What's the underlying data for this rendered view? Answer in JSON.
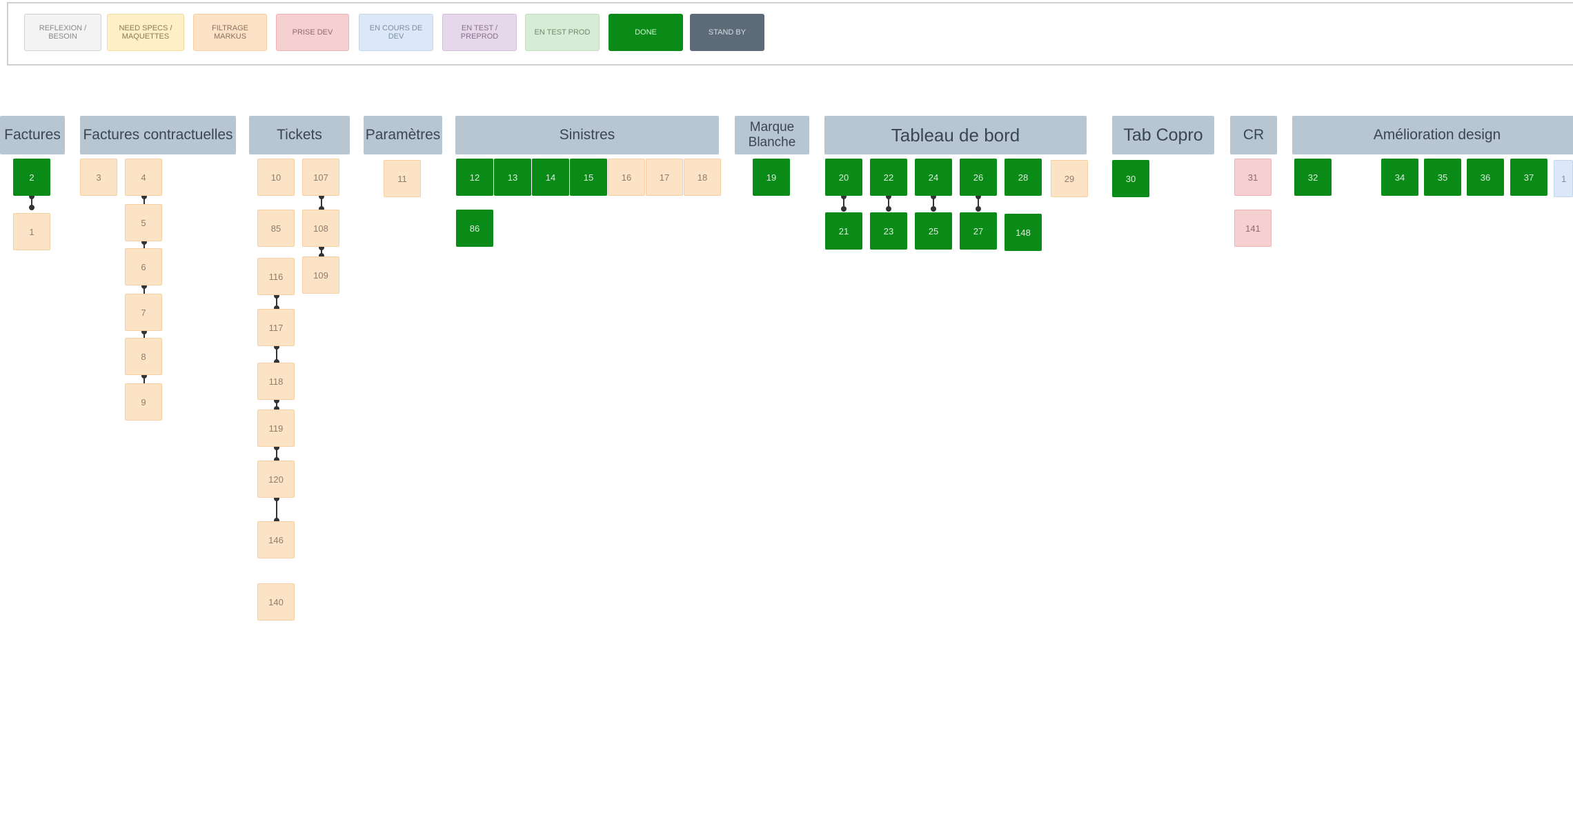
{
  "legend": [
    {
      "label": "REFLEXION / BESOIN",
      "bg": "#f3f3f3",
      "border": "#cfcfcf",
      "color": "#888888"
    },
    {
      "label": "NEED SPECS / MAQUETTES",
      "bg": "#fdf0c8",
      "border": "#f4dd98",
      "color": "#8a7b50"
    },
    {
      "label": "FILTRAGE MARKUS",
      "bg": "#fde3c6",
      "border": "#f6cfa4",
      "color": "#8a7060"
    },
    {
      "label": "PRISE DEV",
      "bg": "#f6cfd1",
      "border": "#eab3b6",
      "color": "#8f6b6d"
    },
    {
      "label": "EN COURS DE DEV",
      "bg": "#dce8f7",
      "border": "#c4d6ec",
      "color": "#7c8ea3"
    },
    {
      "label": "EN TEST / PREPROD",
      "bg": "#e6d8ea",
      "border": "#d3bddb",
      "color": "#84708b"
    },
    {
      "label": "EN TEST PROD",
      "bg": "#d8ebd6",
      "border": "#bfdcbc",
      "color": "#6e8a6b"
    },
    {
      "label": "DONE",
      "bg": "#0a8a17",
      "border": "#0a8a17",
      "color": "#d9f0d9"
    },
    {
      "label": "STAND BY",
      "bg": "#5d6b78",
      "border": "#5d6b78",
      "color": "#d6dde3"
    }
  ],
  "columns": [
    {
      "label": "Factures"
    },
    {
      "label": "Factures contractuelles"
    },
    {
      "label": "Tickets"
    },
    {
      "label": "Paramètres"
    },
    {
      "label": "Sinistres"
    },
    {
      "label": "Marque Blanche"
    },
    {
      "label": "Tableau de bord"
    },
    {
      "label": "Tab Copro"
    },
    {
      "label": "CR"
    },
    {
      "label": "Amélioration design"
    }
  ],
  "tickets": [
    {
      "label": "2",
      "status": "done"
    },
    {
      "label": "1",
      "status": "filtrage"
    },
    {
      "label": "3",
      "status": "filtrage"
    },
    {
      "label": "4",
      "status": "filtrage"
    },
    {
      "label": "5",
      "status": "filtrage"
    },
    {
      "label": "6",
      "status": "filtrage"
    },
    {
      "label": "7",
      "status": "filtrage"
    },
    {
      "label": "8",
      "status": "filtrage"
    },
    {
      "label": "9",
      "status": "filtrage"
    },
    {
      "label": "10",
      "status": "filtrage"
    },
    {
      "label": "107",
      "status": "filtrage"
    },
    {
      "label": "85",
      "status": "filtrage"
    },
    {
      "label": "108",
      "status": "filtrage"
    },
    {
      "label": "109",
      "status": "filtrage"
    },
    {
      "label": "116",
      "status": "filtrage"
    },
    {
      "label": "117",
      "status": "filtrage"
    },
    {
      "label": "118",
      "status": "filtrage"
    },
    {
      "label": "119",
      "status": "filtrage"
    },
    {
      "label": "120",
      "status": "filtrage"
    },
    {
      "label": "146",
      "status": "filtrage"
    },
    {
      "label": "140",
      "status": "filtrage"
    },
    {
      "label": "11",
      "status": "filtrage"
    },
    {
      "label": "12",
      "status": "done"
    },
    {
      "label": "13",
      "status": "done"
    },
    {
      "label": "14",
      "status": "done"
    },
    {
      "label": "15",
      "status": "done"
    },
    {
      "label": "16",
      "status": "filtrage"
    },
    {
      "label": "17",
      "status": "filtrage"
    },
    {
      "label": "18",
      "status": "filtrage"
    },
    {
      "label": "86",
      "status": "done"
    },
    {
      "label": "19",
      "status": "done"
    },
    {
      "label": "20",
      "status": "done"
    },
    {
      "label": "22",
      "status": "done"
    },
    {
      "label": "24",
      "status": "done"
    },
    {
      "label": "26",
      "status": "done"
    },
    {
      "label": "28",
      "status": "done"
    },
    {
      "label": "29",
      "status": "filtrage"
    },
    {
      "label": "21",
      "status": "done"
    },
    {
      "label": "23",
      "status": "done"
    },
    {
      "label": "25",
      "status": "done"
    },
    {
      "label": "27",
      "status": "done"
    },
    {
      "label": "148",
      "status": "done"
    },
    {
      "label": "30",
      "status": "done"
    },
    {
      "label": "31",
      "status": "prise"
    },
    {
      "label": "141",
      "status": "prise"
    },
    {
      "label": "32",
      "status": "done"
    },
    {
      "label": "34",
      "status": "done"
    },
    {
      "label": "35",
      "status": "done"
    },
    {
      "label": "36",
      "status": "done"
    },
    {
      "label": "37",
      "status": "done"
    },
    {
      "label": "1",
      "status": "cours"
    }
  ]
}
